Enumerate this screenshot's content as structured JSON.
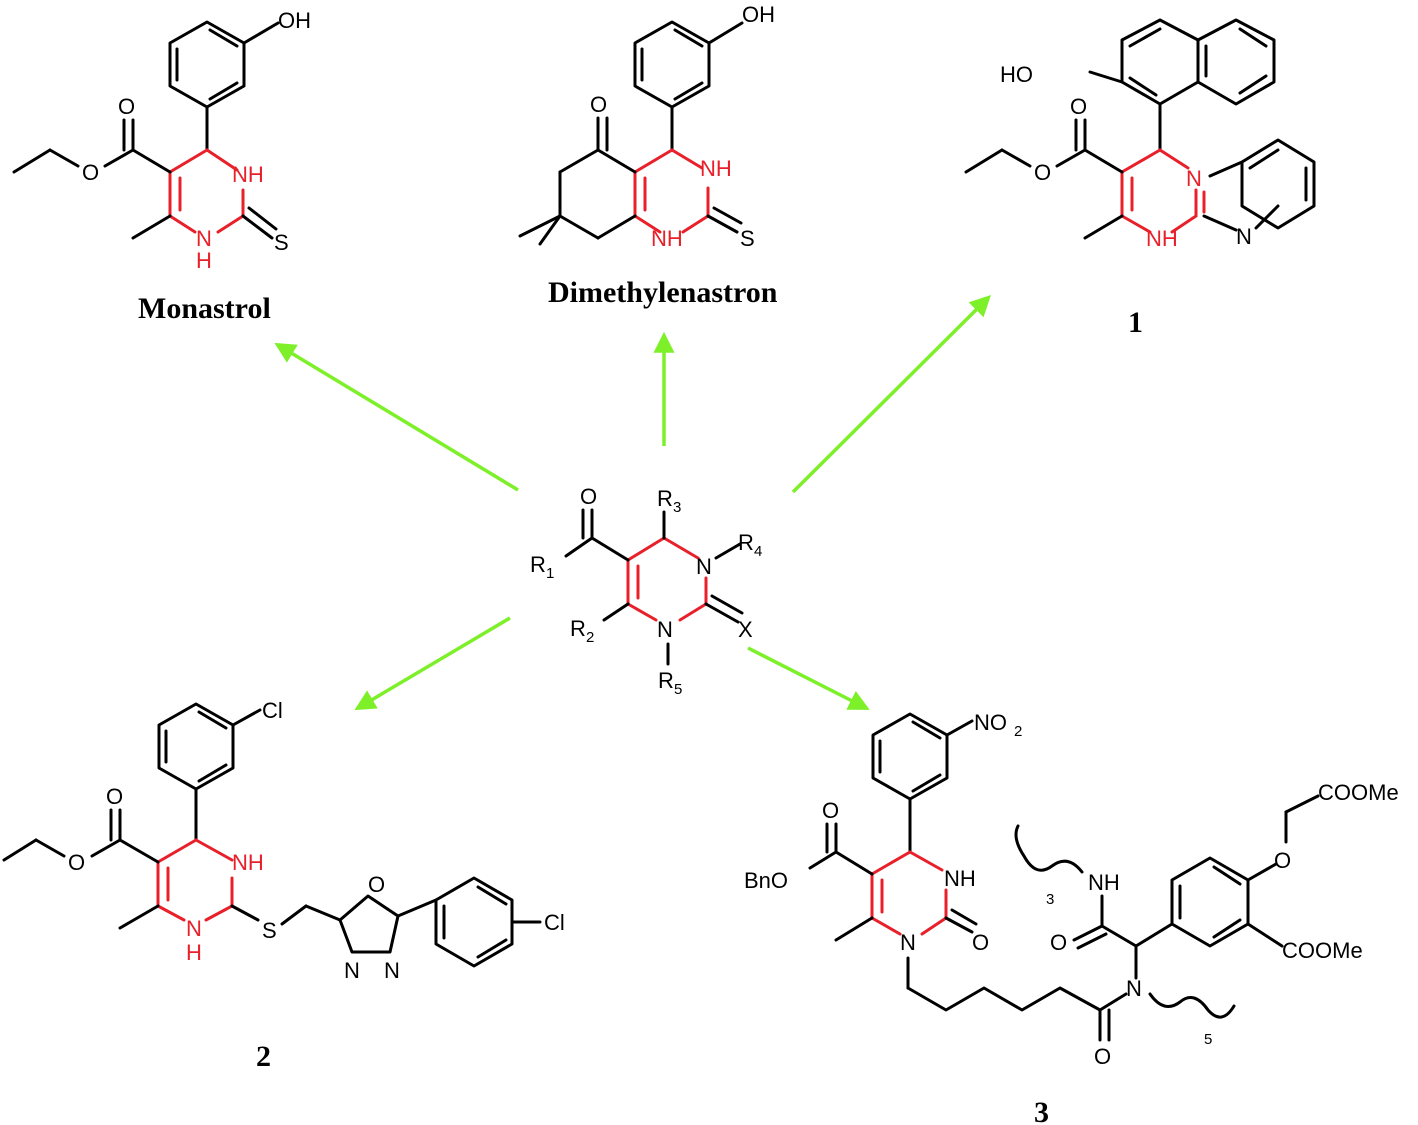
{
  "colors": {
    "bond": "#000000",
    "core": "#e8202a",
    "arrow": "#7df02a"
  },
  "captions": {
    "monastrol": "Monastrol",
    "dimethylenastron": "Dimethylenastron",
    "compound1": "1",
    "compound2": "2",
    "compound3": "3"
  },
  "atoms": {
    "oh": "OH",
    "ho": "HO",
    "o": "O",
    "s": "S",
    "nh": "NH",
    "h": "H",
    "n": "N",
    "cl": "Cl",
    "r": "R",
    "x": "X",
    "bno": "BnO",
    "coome": "COOMe",
    "no": "NO"
  },
  "subscripts": {
    "one": "1",
    "two": "2",
    "three": "3",
    "four": "4",
    "five": "5"
  }
}
